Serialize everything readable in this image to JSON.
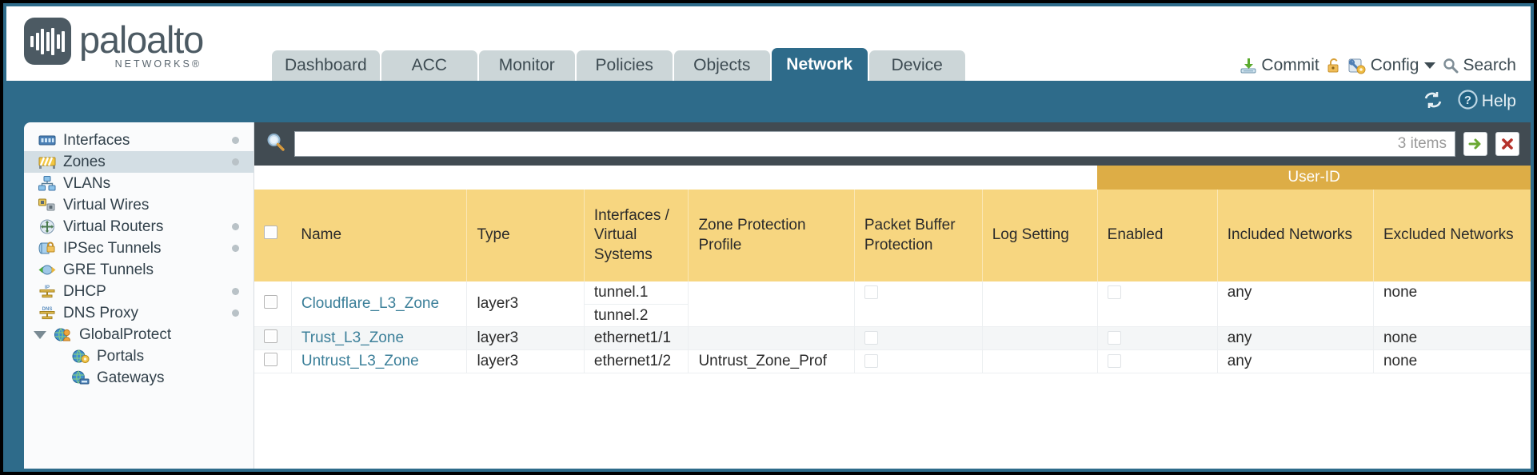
{
  "brand": {
    "name": "paloalto",
    "tagline": "NETWORKS®"
  },
  "nav": {
    "tabs": [
      {
        "label": "Dashboard",
        "active": false
      },
      {
        "label": "ACC",
        "active": false
      },
      {
        "label": "Monitor",
        "active": false
      },
      {
        "label": "Policies",
        "active": false
      },
      {
        "label": "Objects",
        "active": false
      },
      {
        "label": "Network",
        "active": true
      },
      {
        "label": "Device",
        "active": false
      }
    ]
  },
  "topactions": {
    "commit": "Commit",
    "config": "Config",
    "search": "Search"
  },
  "bluestrip": {
    "help": "Help"
  },
  "sidebar": {
    "items": [
      {
        "label": "Interfaces",
        "icon": "interfaces-icon",
        "dot": true,
        "selected": false,
        "child": false
      },
      {
        "label": "Zones",
        "icon": "zones-icon",
        "dot": true,
        "selected": true,
        "child": false
      },
      {
        "label": "VLANs",
        "icon": "vlans-icon",
        "dot": false,
        "selected": false,
        "child": false
      },
      {
        "label": "Virtual Wires",
        "icon": "virtual-wires-icon",
        "dot": false,
        "selected": false,
        "child": false
      },
      {
        "label": "Virtual Routers",
        "icon": "virtual-routers-icon",
        "dot": true,
        "selected": false,
        "child": false
      },
      {
        "label": "IPSec Tunnels",
        "icon": "ipsec-tunnels-icon",
        "dot": true,
        "selected": false,
        "child": false
      },
      {
        "label": "GRE Tunnels",
        "icon": "gre-tunnels-icon",
        "dot": false,
        "selected": false,
        "child": false
      },
      {
        "label": "DHCP",
        "icon": "dhcp-icon",
        "dot": true,
        "selected": false,
        "child": false
      },
      {
        "label": "DNS Proxy",
        "icon": "dns-proxy-icon",
        "dot": true,
        "selected": false,
        "child": false
      },
      {
        "label": "GlobalProtect",
        "icon": "globalprotect-icon",
        "dot": false,
        "selected": false,
        "child": false,
        "group": true,
        "expanded": true
      },
      {
        "label": "Portals",
        "icon": "portals-icon",
        "dot": false,
        "selected": false,
        "child": true
      },
      {
        "label": "Gateways",
        "icon": "gateways-icon",
        "dot": false,
        "selected": false,
        "child": true
      }
    ]
  },
  "search": {
    "value": "",
    "placeholder": "",
    "items_label": "3 items",
    "apply_title": "Apply Filter",
    "clear_title": "Clear Filter"
  },
  "table": {
    "group_headers": [
      {
        "label": "",
        "span": 7
      },
      {
        "label": "User-ID",
        "span": 3
      }
    ],
    "columns": [
      "Name",
      "Type",
      "Interfaces / Virtual Systems",
      "Zone Protection Profile",
      "Packet Buffer Protection",
      "Log Setting",
      "Enabled",
      "Included Networks",
      "Excluded Networks"
    ],
    "rows": [
      {
        "name": "Cloudflare_L3_Zone",
        "type": "layer3",
        "interfaces": [
          "tunnel.1",
          "tunnel.2"
        ],
        "zone_protection_profile": "",
        "packet_buffer_protection": false,
        "log_setting": "",
        "userid_enabled": false,
        "included_networks": "any",
        "excluded_networks": "none"
      },
      {
        "name": "Trust_L3_Zone",
        "type": "layer3",
        "interfaces": [
          "ethernet1/1"
        ],
        "zone_protection_profile": "",
        "packet_buffer_protection": false,
        "log_setting": "",
        "userid_enabled": false,
        "included_networks": "any",
        "excluded_networks": "none"
      },
      {
        "name": "Untrust_L3_Zone",
        "type": "layer3",
        "interfaces": [
          "ethernet1/2"
        ],
        "zone_protection_profile": "Untrust_Zone_Prof",
        "packet_buffer_protection": false,
        "log_setting": "",
        "userid_enabled": false,
        "included_networks": "any",
        "excluded_networks": "none"
      }
    ]
  },
  "colors": {
    "brand_blue": "#2e6b8a",
    "header_yellow": "#f7d680",
    "group_yellow": "#ddad46",
    "link_blue": "#3b7f99",
    "tab_grey": "#ccd6d8",
    "sidebar_selected": "#d3dee4"
  }
}
